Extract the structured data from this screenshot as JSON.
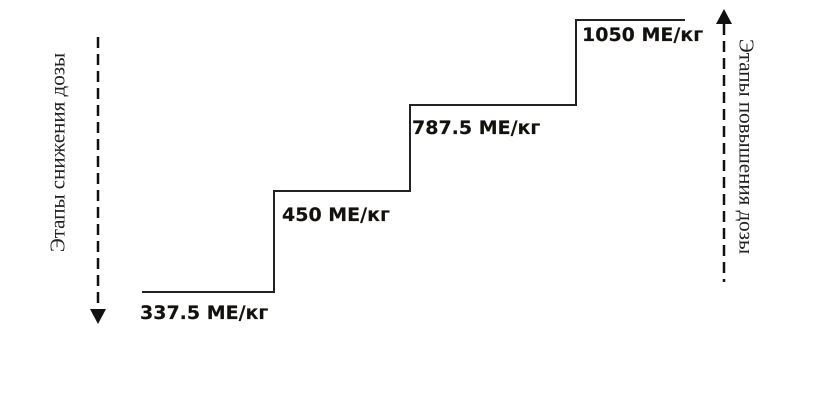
{
  "steps": [
    {
      "label": "337.5 МЕ/кг",
      "value": 337.5
    },
    {
      "label": "450 МЕ/кг",
      "value": 450
    },
    {
      "label": "787.5 МЕ/кг",
      "value": 787.5
    },
    {
      "label": "1050 МЕ/кг",
      "value": 1050
    }
  ],
  "left_axis": {
    "label": "Этапы снижения дозы",
    "direction": "down"
  },
  "right_axis": {
    "label": "Этапы повышения дозы",
    "direction": "up"
  },
  "colors": {
    "line": "#222222",
    "text": "#111111"
  }
}
